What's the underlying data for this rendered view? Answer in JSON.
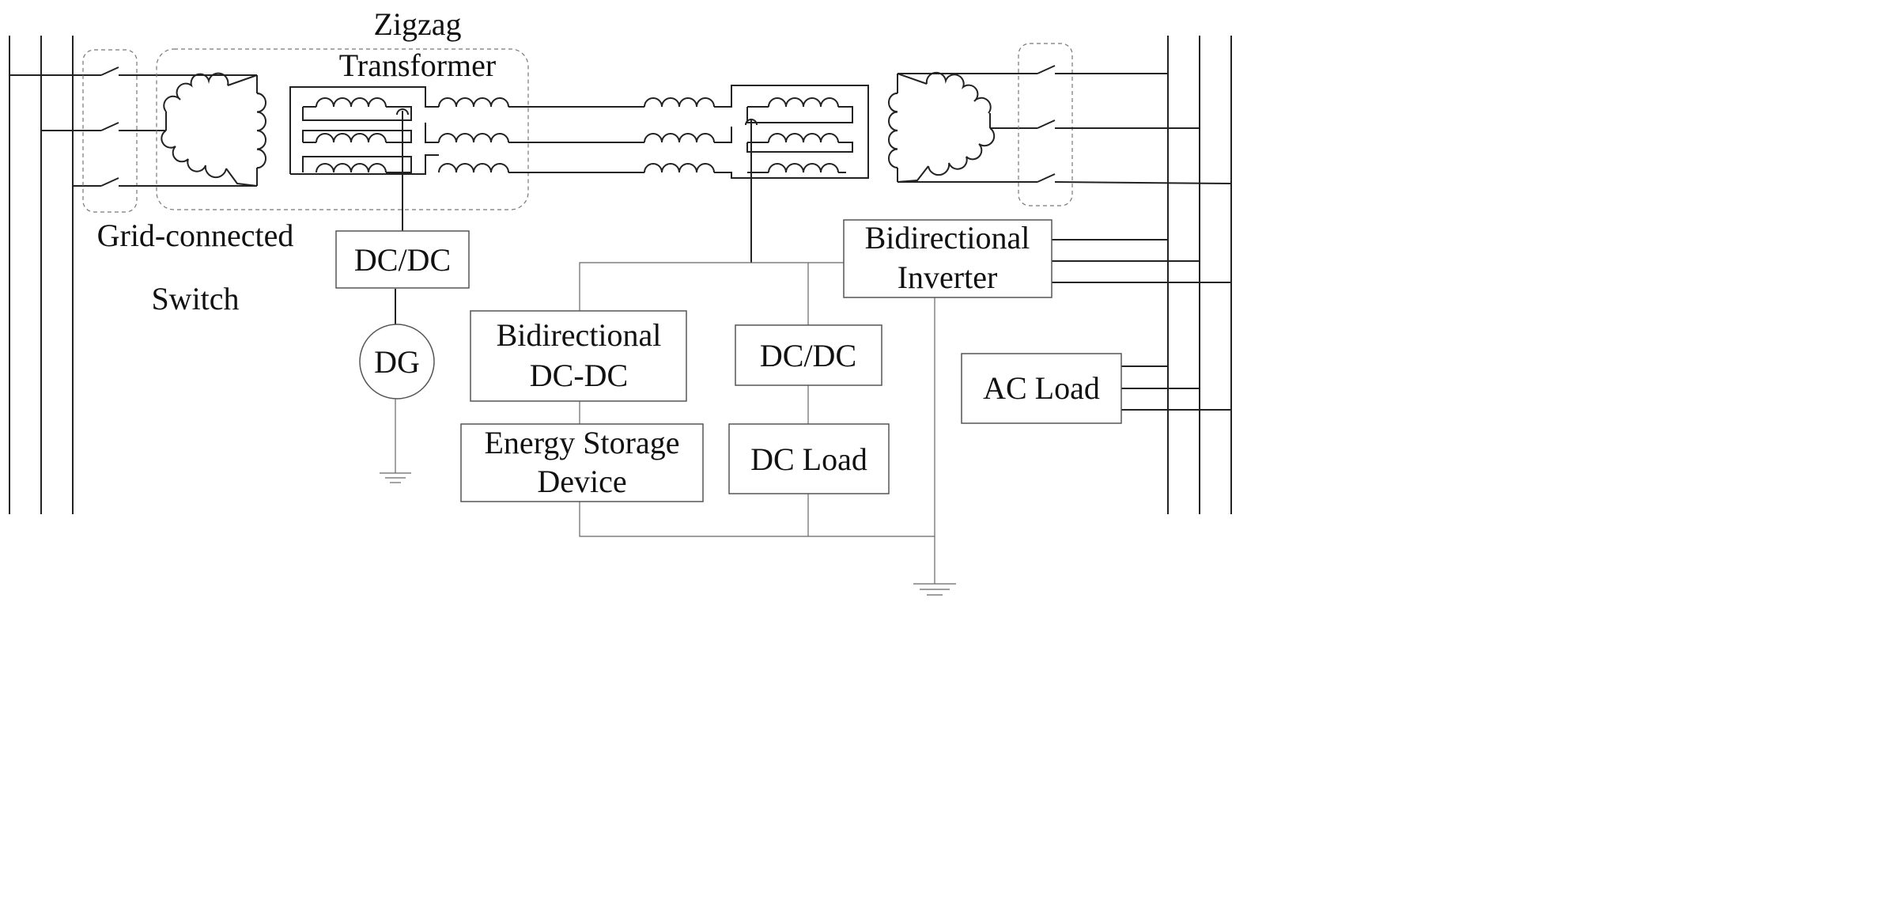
{
  "labels": {
    "transformer_line1": "Zigzag",
    "transformer_line2": "Transformer",
    "switch_line1": "Grid-connected",
    "switch_line2": "Switch",
    "dcdc_top": "DC/DC",
    "dg": "DG",
    "bidi_dcdc_line1": "Bidirectional",
    "bidi_dcdc_line2": "DC-DC",
    "storage_line1": "Energy Storage",
    "storage_line2": "Device",
    "dcdc_right": "DC/DC",
    "dc_load": "DC Load",
    "inverter_line1": "Bidirectional",
    "inverter_line2": "Inverter",
    "ac_load": "AC Load"
  },
  "colors": {
    "stroke": "#222222",
    "box_border": "#555555",
    "background": "#ffffff"
  }
}
